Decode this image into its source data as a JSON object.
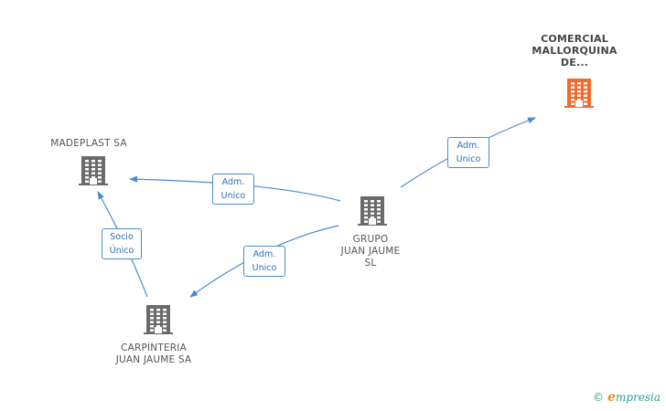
{
  "nodes": {
    "comercial": {
      "lines": [
        "COMERCIAL",
        "MALLORQUINA",
        "DE..."
      ],
      "color": "#f26b2d"
    },
    "madeplast": {
      "lines": [
        "MADEPLAST SA"
      ],
      "color": "#6b6b6b"
    },
    "grupo": {
      "lines": [
        "GRUPO",
        "JUAN JAUME",
        "SL"
      ],
      "color": "#6b6b6b"
    },
    "carpinteria": {
      "lines": [
        "CARPINTERIA",
        "JUAN JAUME SA"
      ],
      "color": "#6b6b6b"
    }
  },
  "edges": {
    "grupo_comercial": {
      "lines": [
        "Adm.",
        "Unico"
      ]
    },
    "grupo_madeplast": {
      "lines": [
        "Adm.",
        "Unico"
      ]
    },
    "grupo_carpinteria": {
      "lines": [
        "Adm.",
        "Unico"
      ]
    },
    "carpinteria_madeplast": {
      "lines": [
        "Socio",
        "Único"
      ]
    }
  },
  "colors": {
    "edge": "#4a8ad0"
  },
  "footer": {
    "copyright": "©",
    "brand_initial": "e",
    "brand_rest": "mpresia"
  }
}
